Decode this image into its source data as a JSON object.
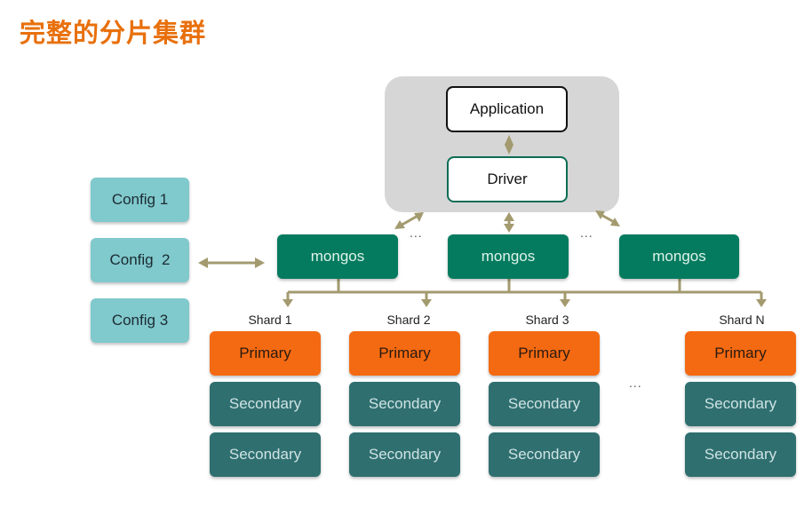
{
  "title": "完整的分片集群",
  "client": {
    "application": "Application",
    "driver": "Driver"
  },
  "config_servers": [
    "Config 1",
    "Config  2",
    "Config 3"
  ],
  "routers": [
    "mongos",
    "mongos",
    "mongos"
  ],
  "ellipsis": "...",
  "shards": [
    {
      "label": "Shard 1",
      "primary": "Primary",
      "secondaries": [
        "Secondary",
        "Secondary"
      ]
    },
    {
      "label": "Shard 2",
      "primary": "Primary",
      "secondaries": [
        "Secondary",
        "Secondary"
      ]
    },
    {
      "label": "Shard 3",
      "primary": "Primary",
      "secondaries": [
        "Secondary",
        "Secondary"
      ]
    },
    {
      "label": "Shard N",
      "primary": "Primary",
      "secondaries": [
        "Secondary",
        "Secondary"
      ]
    }
  ],
  "colors": {
    "title": "#e8700c",
    "config": "#80c9cc",
    "mongos": "#047b5f",
    "primary": "#f46a12",
    "secondary": "#2f6f70",
    "connector": "#a39a6f",
    "client_panel": "#d6d6d6"
  }
}
